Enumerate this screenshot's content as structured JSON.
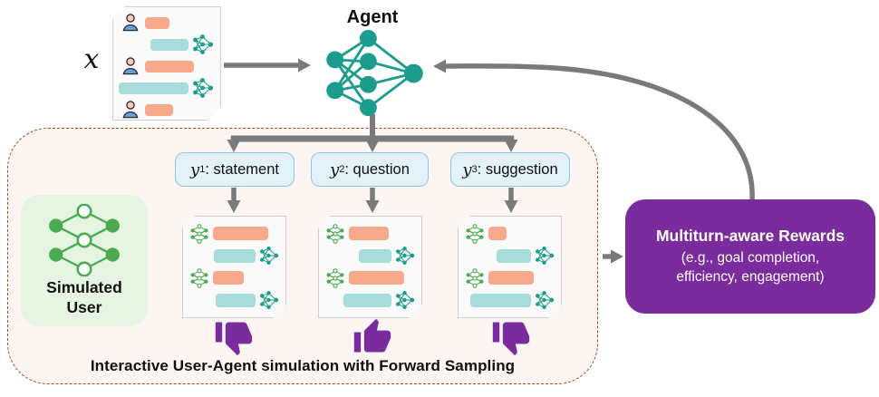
{
  "labels": {
    "input_var": "x",
    "agent": "Agent"
  },
  "input_doc": {
    "rows": [
      {
        "side": "left",
        "icon": "person-icon",
        "bubble": "salmon",
        "width": 26
      },
      {
        "side": "right",
        "icon": "agent-net-icon",
        "bubble": "teal",
        "width": 40
      },
      {
        "side": "left",
        "icon": "person-icon",
        "bubble": "salmon",
        "width": 52
      },
      {
        "side": "right",
        "icon": "agent-net-icon",
        "bubble": "teal",
        "width": 74
      },
      {
        "side": "left",
        "icon": "person-icon",
        "bubble": "salmon",
        "width": 30
      }
    ]
  },
  "branches": [
    {
      "var": "y",
      "sub": "1",
      "rest": ": statement",
      "feedback": "thumbs-down",
      "doc": {
        "rows": [
          {
            "side": "left",
            "icon": "user-net-icon",
            "bubble": "salmon",
            "width": 62
          },
          {
            "side": "right",
            "icon": "agent-net-icon",
            "bubble": "teal",
            "width": 46
          },
          {
            "side": "left",
            "icon": "user-net-icon",
            "bubble": "salmon",
            "width": 34
          },
          {
            "side": "right",
            "icon": "agent-net-icon",
            "bubble": "teal",
            "width": 44
          }
        ]
      }
    },
    {
      "var": "y",
      "sub": "2",
      "rest": ": question",
      "feedback": "thumbs-up",
      "doc": {
        "rows": [
          {
            "side": "left",
            "icon": "user-net-icon",
            "bubble": "salmon",
            "width": 44
          },
          {
            "side": "right",
            "icon": "agent-net-icon",
            "bubble": "teal",
            "width": 36
          },
          {
            "side": "left",
            "icon": "user-net-icon",
            "bubble": "salmon",
            "width": 62
          },
          {
            "side": "right",
            "icon": "agent-net-icon",
            "bubble": "teal",
            "width": 54
          }
        ]
      }
    },
    {
      "var": "y",
      "sub": "3",
      "rest": ": suggestion",
      "feedback": "thumbs-down",
      "doc": {
        "rows": [
          {
            "side": "left",
            "icon": "user-net-icon",
            "bubble": "salmon",
            "width": 20
          },
          {
            "side": "right",
            "icon": "agent-net-icon",
            "bubble": "teal",
            "width": 38
          },
          {
            "side": "left",
            "icon": "user-net-icon",
            "bubble": "salmon",
            "width": 50
          },
          {
            "side": "right",
            "icon": "agent-net-icon",
            "bubble": "teal",
            "width": 68
          }
        ]
      }
    }
  ],
  "simulated_user": {
    "label_line1": "Simulated",
    "label_line2": "User"
  },
  "simulation_box": {
    "caption": "Interactive User-Agent simulation with Forward Sampling"
  },
  "rewards_box": {
    "title": "Multiturn-aware Rewards",
    "line2": "(e.g., goal completion,",
    "line3": "efficiency, engagement)"
  },
  "colors": {
    "agent_teal": "#1b9c8c",
    "user_green": "#4aaa50",
    "sim_card_bg": "#e6f4e2",
    "bubble_salmon": "#f7a98c",
    "bubble_teal": "#a8dcda",
    "reward_purple": "#7a2b9d",
    "arrow_gray": "#7a7a7a",
    "dashed_border": "#a34a20",
    "dashed_bg": "#fdf5f2",
    "ybox_bg": "#e3f2f9",
    "ybox_border": "#8ec6e8"
  }
}
